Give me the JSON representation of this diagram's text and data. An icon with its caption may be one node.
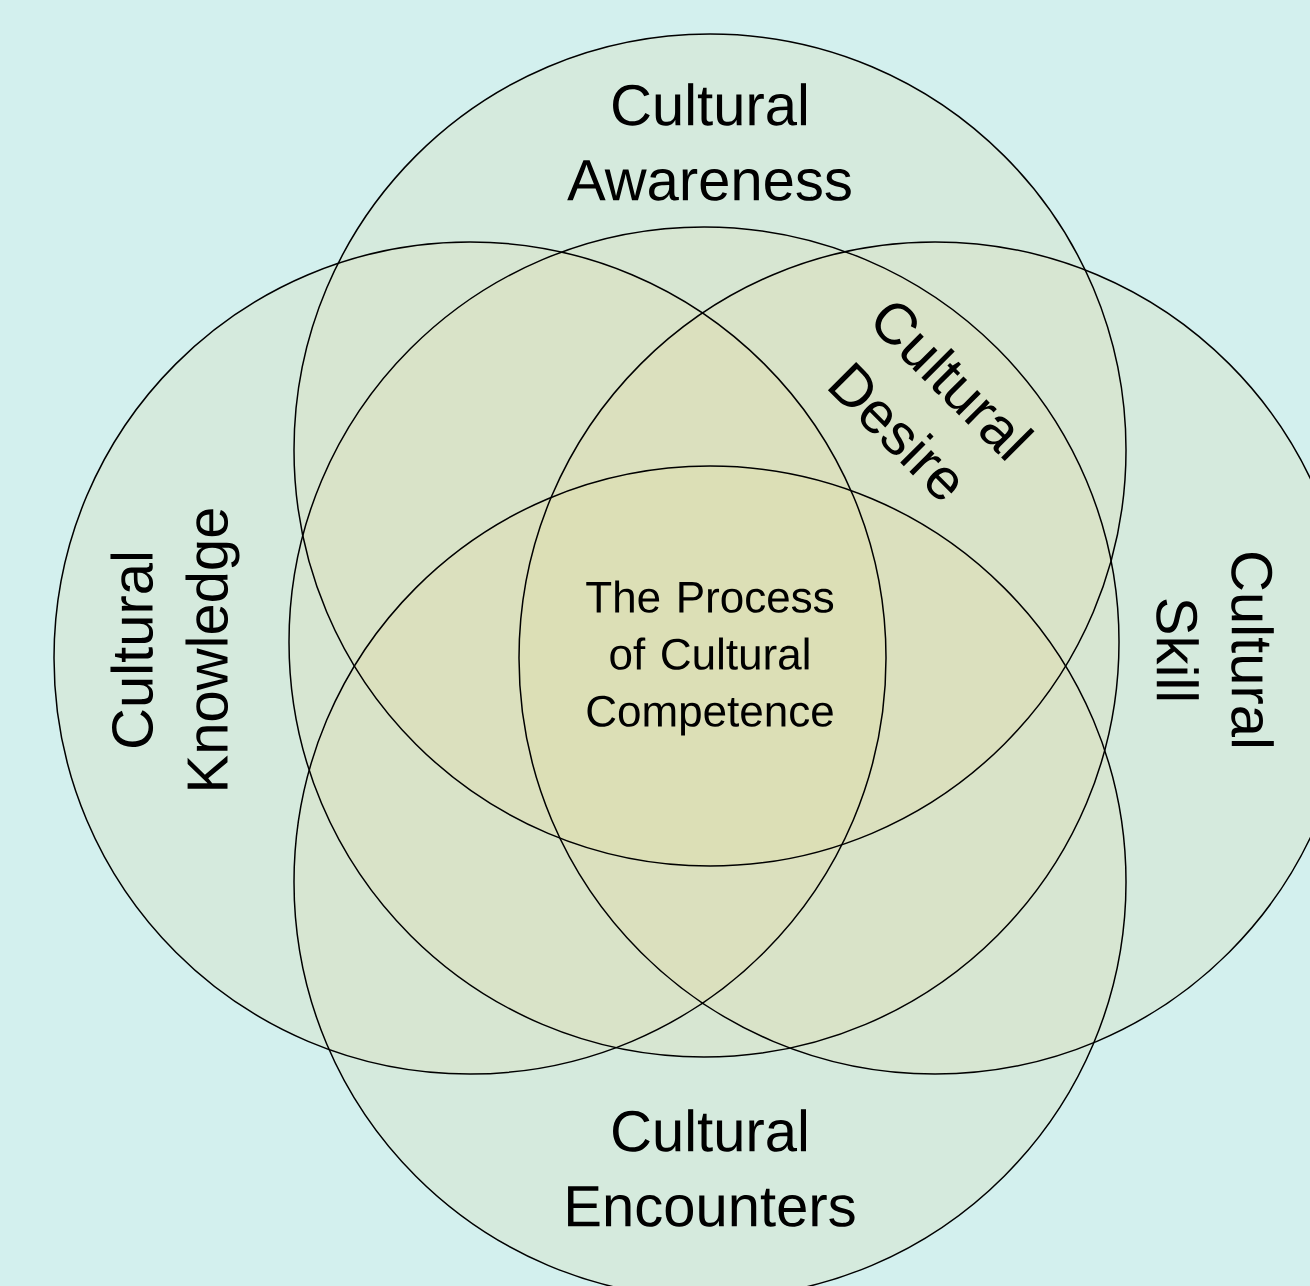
{
  "diagram": {
    "nodes": [
      {
        "text": [
          "Cultural Awareness"
        ]
      },
      {
        "text": [
          "Cultural Desire"
        ]
      },
      {
        "text": [
          "Cultural Knowledge"
        ]
      },
      {
        "text": [
          "Cultural Skill"
        ]
      },
      {
        "text": [
          "Cultural Encounters"
        ]
      }
    ],
    "labels": [
      "The Process of Cultural Competence"
    ]
  }
}
